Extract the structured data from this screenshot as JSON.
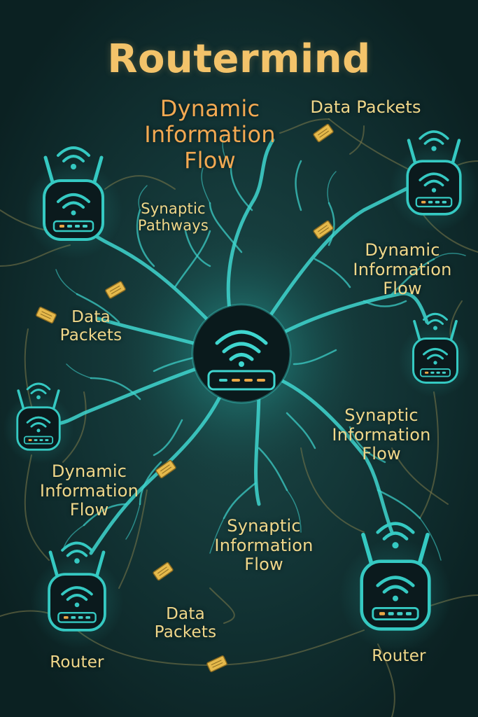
{
  "title": "Routermind",
  "labels": {
    "top_left_flow": [
      "Dynamic",
      "Information",
      "Flow"
    ],
    "top_packets": "Data Packets",
    "synaptic_pathways": [
      "Synaptic",
      "Pathways"
    ],
    "right_flow": [
      "Dynamic",
      "Information",
      "Flow"
    ],
    "left_packets": [
      "Data",
      "Packets"
    ],
    "right_synaptic": [
      "Synaptic",
      "Information",
      "Flow"
    ],
    "left_flow": [
      "Dynamic",
      "Information",
      "Flow"
    ],
    "center_synaptic": [
      "Synaptic",
      "Information",
      "Flow"
    ],
    "bottom_packets": [
      "Data",
      "Packets"
    ],
    "router_left": "Router",
    "router_right": "Router"
  },
  "colors": {
    "background": "#0f2a2b",
    "neuron": "#3fd6cf",
    "neuron_glow": "#1e8f8a",
    "router_body": "#0b1a1d",
    "router_outline": "#35c9c2",
    "packet": "#e5b94b",
    "title": "#f3c36a",
    "label": "#f0d78a",
    "label_orange": "#f3a952",
    "led_orange": "#e9a646",
    "led_teal": "#42d0c8"
  },
  "icons": [
    "router-icon",
    "wifi-icon",
    "data-packet-icon",
    "neuron-dendrite"
  ]
}
